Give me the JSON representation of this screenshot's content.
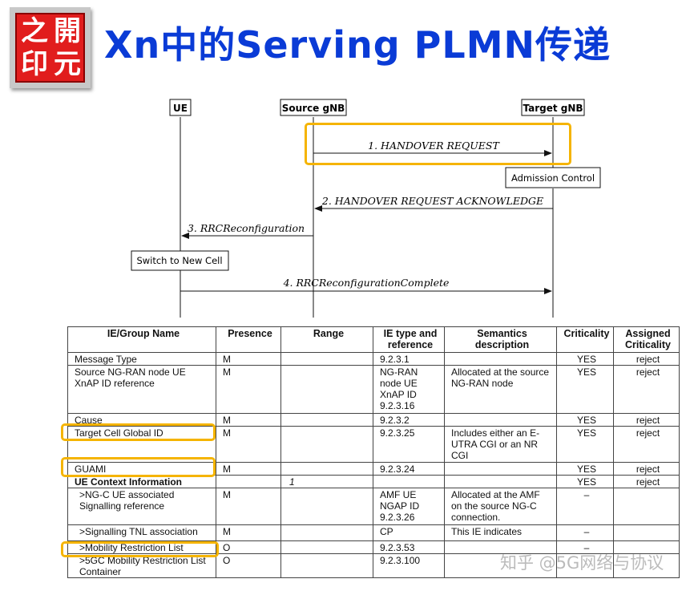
{
  "logo": {
    "chars": [
      "之",
      "開",
      "印",
      "元"
    ],
    "color": "#e11d1d"
  },
  "title": {
    "text": "Xn中的Serving PLMN传递",
    "color": "#0a3bd6"
  },
  "sequence": {
    "lifelines": [
      "UE",
      "Source gNB",
      "Target gNB"
    ],
    "messages": [
      "1. HANDOVER REQUEST",
      "2. HANDOVER REQUEST ACKNOWLEDGE",
      "3. RRCReconfiguration",
      "4. RRCReconfigurationComplete"
    ],
    "notes": [
      "Admission Control",
      "Switch to New Cell"
    ]
  },
  "table": {
    "headers": [
      "IE/Group Name",
      "Presence",
      "Range",
      "IE type and reference",
      "Semantics description",
      "Criticality",
      "Assigned Criticality"
    ],
    "rows": [
      [
        "Message Type",
        "M",
        "",
        "9.2.3.1",
        "",
        "YES",
        "reject"
      ],
      [
        "Source NG-RAN node UE XnAP ID reference",
        "M",
        "",
        "NG-RAN node UE XnAP ID 9.2.3.16",
        "Allocated at the source NG-RAN node",
        "YES",
        "reject"
      ],
      [
        "Cause",
        "M",
        "",
        "9.2.3.2",
        "",
        "YES",
        "reject"
      ],
      [
        "Target Cell Global ID",
        "M",
        "",
        "9.2.3.25",
        "Includes either an E-UTRA CGI or an NR CGI",
        "YES",
        "reject"
      ],
      [
        "GUAMI",
        "M",
        "",
        "9.2.3.24",
        "",
        "YES",
        "reject"
      ],
      [
        "UE Context Information",
        "",
        "1",
        "",
        "",
        "YES",
        "reject"
      ],
      [
        ">NG-C UE associated Signalling reference",
        "M",
        "",
        "AMF UE NGAP ID 9.2.3.26",
        "Allocated at the AMF on the source NG-C connection.",
        "–",
        ""
      ],
      [
        ">Signalling TNL association",
        "M",
        "",
        "CP",
        "This IE indicates",
        "–",
        ""
      ],
      [
        ">Mobility Restriction List",
        "O",
        "",
        "9.2.3.53",
        "",
        "–",
        ""
      ],
      [
        ">5GC Mobility Restriction List Container",
        "O",
        "",
        "9.2.3.100",
        "",
        "",
        ""
      ]
    ]
  },
  "highlight_color": "#f5b400",
  "watermark": "知乎 @5G网络与协议"
}
